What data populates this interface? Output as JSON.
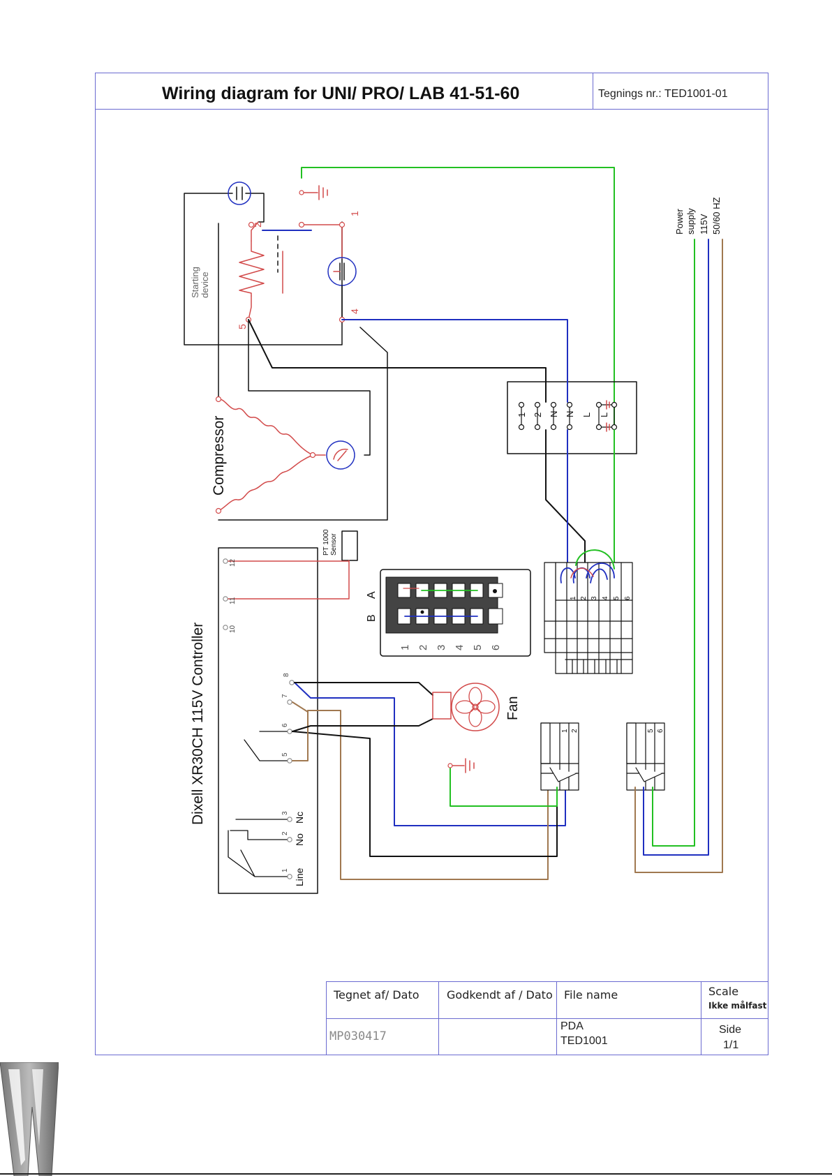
{
  "title": "Wiring diagram for UNI/ PRO/ LAB  41-51-60",
  "drawing_number": "Tegnings nr.: TED1001-01",
  "labels": {
    "starting_device": [
      "Starting",
      "device"
    ],
    "compressor": "Compressor",
    "controller": "Dixell XR30CH 115V Controller",
    "sensor": [
      "PT 1000",
      "Sensor"
    ],
    "fan": "Fan",
    "power_supply": [
      "Power",
      "supply",
      "115V",
      "50/60 HZ"
    ],
    "terminal_b": "B",
    "terminal_a": "A",
    "terminal_row_numbers": [
      "1",
      "2",
      "3",
      "4",
      "5",
      "6"
    ],
    "relay_pins": [
      "1",
      "2",
      "4",
      "5"
    ],
    "controller_pins": [
      "12",
      "11",
      "10",
      "8",
      "7",
      "6",
      "5",
      "3",
      "2",
      "1"
    ],
    "controller_pin_names": [
      "Nc",
      "No",
      "Line"
    ],
    "switch_labels": [
      "1",
      "2",
      "N",
      "N",
      "L",
      "L"
    ],
    "block_numbers_big": [
      "1",
      "2",
      "3",
      "4",
      "5",
      "6"
    ],
    "small_block_1": [
      "1",
      "2"
    ],
    "small_block_2": [
      "5",
      "6"
    ]
  },
  "title_block": {
    "drawn_by_header": "Tegnet af/ Dato",
    "approved_header": "Godkendt af / Dato",
    "file_header": "File name",
    "scale_header": "Scale",
    "scale_note": "Ikke målfast",
    "drawn_by_value": "MP030417",
    "approved_value": "",
    "file_value_line1": "PDA",
    "file_value_line2": "TED1001",
    "side_label": "Side",
    "side_value": "1/1"
  },
  "colors": {
    "frame": "#6a6ad0",
    "wire_green": "#22c022",
    "wire_blue": "#1f2fc0",
    "wire_brown": "#a07850",
    "wire_black": "#111111",
    "wire_red": "#d24a4a"
  }
}
